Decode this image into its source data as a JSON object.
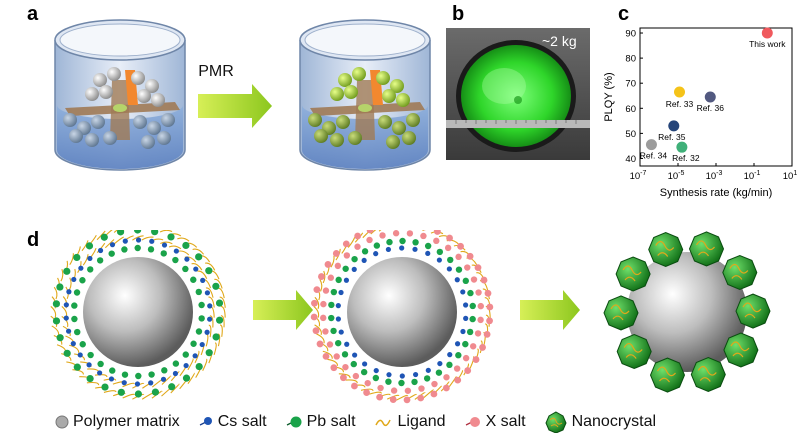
{
  "labels": {
    "a": "a",
    "b": "b",
    "c": "c",
    "d": "d"
  },
  "panel_a": {
    "arrow_label": "PMR"
  },
  "panel_b": {
    "annotation": "~2 kg"
  },
  "chart_data": {
    "type": "scatter",
    "xlabel": "Synthesis rate (kg/min)",
    "ylabel": "PLQY (%)",
    "xscale": "log",
    "xlim": [
      1e-07,
      10
    ],
    "ylim": [
      37,
      92
    ],
    "xticks": [
      {
        "v": 1e-07,
        "base": "10",
        "exp": "-7"
      },
      {
        "v": 1e-05,
        "base": "10",
        "exp": "-5"
      },
      {
        "v": 0.001,
        "base": "10",
        "exp": "-3"
      },
      {
        "v": 0.1,
        "base": "10",
        "exp": "-1"
      },
      {
        "v": 10,
        "base": "10",
        "exp": "1"
      }
    ],
    "yticks": [
      40,
      50,
      60,
      70,
      80,
      90
    ],
    "points": [
      {
        "label": "This work",
        "x": 0.5,
        "y": 90,
        "color": "#f0595d"
      },
      {
        "label": "Ref. 33",
        "x": 1.2e-05,
        "y": 66.5,
        "color": "#f5c319"
      },
      {
        "label": "Ref. 36",
        "x": 0.0005,
        "y": 64.5,
        "color": "#525980"
      },
      {
        "label": "Ref. 35",
        "x": 6e-06,
        "y": 53,
        "color": "#26457a"
      },
      {
        "label": "Ref. 34",
        "x": 4e-07,
        "y": 45.5,
        "color": "#9c9c9c"
      },
      {
        "label": "Ref. 32",
        "x": 1.6e-05,
        "y": 44.5,
        "color": "#3fb079"
      }
    ]
  },
  "legend": [
    {
      "icon": "polymer-matrix-icon",
      "label": "Polymer matrix"
    },
    {
      "icon": "cs-salt-icon",
      "label": "Cs salt"
    },
    {
      "icon": "pb-salt-icon",
      "label": "Pb salt"
    },
    {
      "icon": "ligand-icon",
      "label": "Ligand"
    },
    {
      "icon": "x-salt-icon",
      "label": "X salt"
    },
    {
      "icon": "nanocrystal-icon",
      "label": "Nanocrystal"
    }
  ]
}
